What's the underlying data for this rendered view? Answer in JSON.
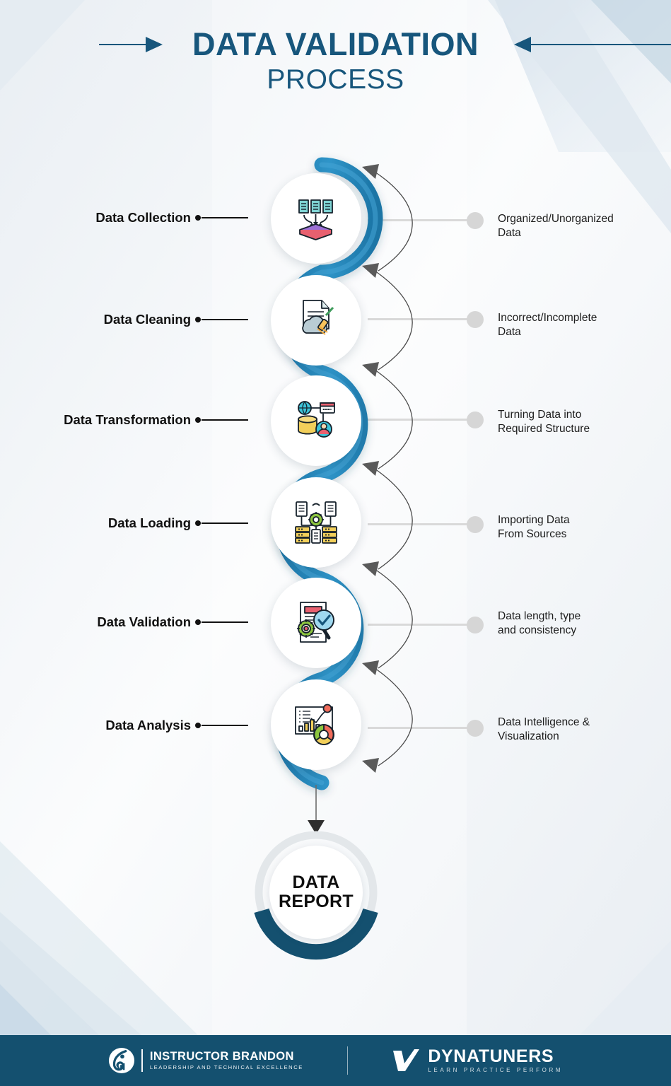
{
  "header": {
    "title_main": "DATA VALIDATION",
    "title_sub": "PROCESS",
    "left_arrow_icon": "arrow-right-icon",
    "right_arrow_icon": "arrow-left-icon",
    "accent_color": "#17567c"
  },
  "theme": {
    "ribbon_blue": "#2b8fc4",
    "ribbon_blue_dark": "#1f79ab",
    "deep_teal": "#14506f",
    "label_black": "#111111",
    "desc_gray": "#d6d6d6",
    "background": "#f5f8fa"
  },
  "steps": [
    {
      "label": "Data Collection",
      "description": "Organized/Unorganized\nData",
      "icon": "documents-into-tray-icon"
    },
    {
      "label": "Data Cleaning",
      "description": "Incorrect/Incomplete\nData",
      "icon": "document-broom-cloud-icon"
    },
    {
      "label": "Data Transformation",
      "description": "Turning Data into\nRequired Structure",
      "icon": "globe-database-user-icon"
    },
    {
      "label": "Data Loading",
      "description": "Importing Data\nFrom Sources",
      "icon": "servers-gear-icon"
    },
    {
      "label": "Data Validation",
      "description": "Data length, type\nand consistency",
      "icon": "document-magnifier-check-icon"
    },
    {
      "label": "Data Analysis",
      "description": "Data Intelligence &\nVisualization",
      "icon": "chart-board-donut-icon"
    }
  ],
  "outcome": {
    "text": "DATA\nREPORT",
    "arrow_icon": "arrow-down-icon"
  },
  "footer": {
    "brand_left": {
      "name": "INSTRUCTOR BRANDON",
      "tagline": "LEADERSHIP AND TECHNICAL EXCELLENCE",
      "logo_icon": "instructor-brandon-logo-icon"
    },
    "brand_right": {
      "name": "DYNATUNERS",
      "tagline": "LEARN PRACTICE PERFORM",
      "logo_icon": "check-mark-logo-icon"
    }
  }
}
